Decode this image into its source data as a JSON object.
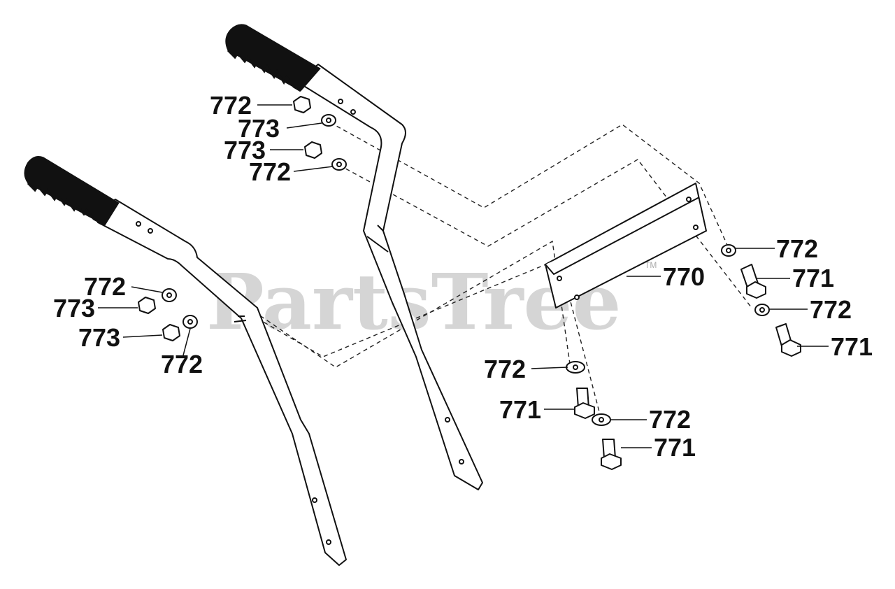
{
  "watermark": {
    "text": "PartsTree",
    "tm": "TM"
  },
  "callouts": {
    "upper_handle": {
      "nut_a": "772",
      "washer_a": "773",
      "nut_b": "773",
      "washer_b": "772"
    },
    "lower_handle": {
      "washer_a": "772",
      "nut_a": "773",
      "nut_b": "773",
      "washer_b": "772"
    },
    "bracket": "770",
    "right_group": {
      "washer_a": "772",
      "bolt_a": "771",
      "washer_b": "772",
      "bolt_b": "771"
    },
    "bottom_group": {
      "washer_a": "772",
      "bolt_a": "771",
      "washer_b": "772",
      "bolt_b": "771"
    }
  },
  "colors": {
    "line": "#111111",
    "watermark": "#c8c8c8",
    "background": "#ffffff"
  }
}
